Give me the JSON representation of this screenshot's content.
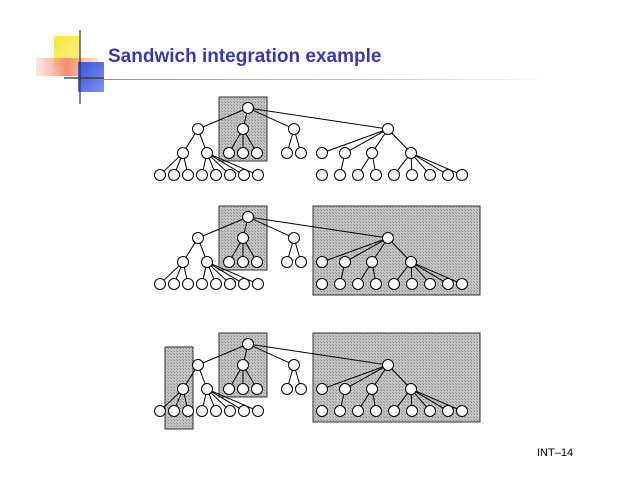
{
  "slide": {
    "title": "Sandwich integration example",
    "number": "INT–14"
  },
  "colors": {
    "title": "#3a3aa0",
    "deco_yellow": "#f7e43c",
    "deco_red": "#f28c6e",
    "deco_blue": "#3c53d8",
    "group_fill": "#b8b8b8"
  },
  "diagram": {
    "panels": [
      {
        "id": "panel-1",
        "highlighted_groups": [
          "top-subtree"
        ]
      },
      {
        "id": "panel-2",
        "highlighted_groups": [
          "top-subtree",
          "right-subtree"
        ]
      },
      {
        "id": "panel-3",
        "highlighted_groups": [
          "top-subtree",
          "right-subtree",
          "bottom-left-leaves"
        ]
      }
    ]
  }
}
